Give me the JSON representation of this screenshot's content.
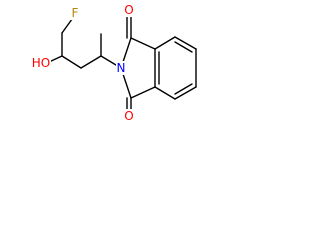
{
  "molecule": {
    "atoms": {
      "fluorine": {
        "symbol": "F",
        "color": "#b8860b"
      },
      "hydroxyl": {
        "symbol": "HO",
        "color": "#ff0000"
      },
      "nitrogen": {
        "symbol": "N",
        "color": "#0000ff"
      },
      "carbonyl_oxygen_top": {
        "symbol": "O",
        "color": "#ff0000"
      },
      "carbonyl_oxygen_bottom": {
        "symbol": "O",
        "color": "#ff0000"
      }
    },
    "bond_color": "#000000"
  }
}
